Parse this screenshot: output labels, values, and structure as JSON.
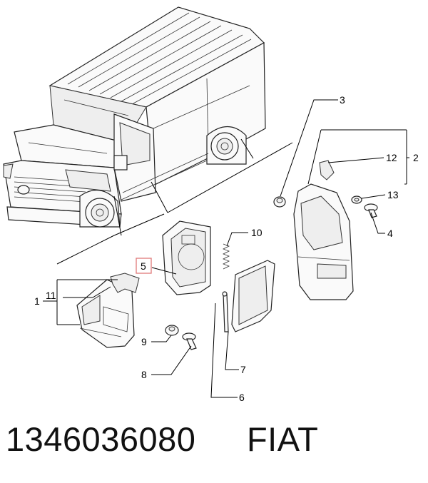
{
  "callouts": {
    "c1": "1",
    "c2": "2",
    "c3": "3",
    "c4": "4",
    "c5": "5",
    "c6": "6",
    "c7": "7",
    "c8": "8",
    "c9": "9",
    "c10": "10",
    "c11": "11",
    "c12": "12",
    "c13": "13"
  },
  "footer": {
    "part_number": "1346036080",
    "brand": "FIAT"
  },
  "colors": {
    "line": "#000000",
    "highlight_box": "#e07a7a"
  }
}
